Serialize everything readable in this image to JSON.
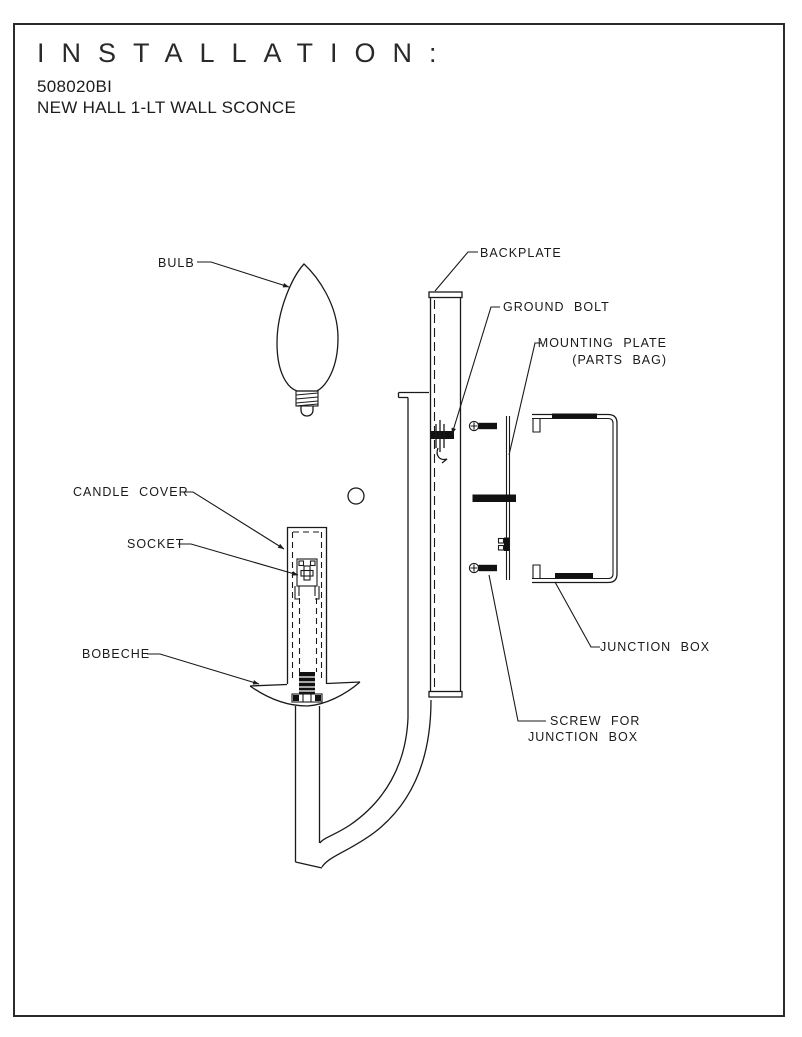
{
  "page": {
    "title": "INSTALLATION:",
    "model": "508020BI",
    "product": "NEW HALL 1-LT WALL SCONCE"
  },
  "diagram": {
    "labels": {
      "bulb": "BULB",
      "backplate": "BACKPLATE",
      "ground_bolt": "GROUND BOLT",
      "mounting_plate_line1": "MOUNTING PLATE",
      "mounting_plate_line2": "(PARTS BAG)",
      "candle_cover": "CANDLE COVER",
      "socket": "SOCKET",
      "bobeche": "BOBECHE",
      "junction_box": "JUNCTION BOX",
      "screw_line1": "SCREW FOR",
      "screw_line2": "JUNCTION BOX"
    },
    "colors": {
      "line": "#1a1a1a",
      "background": "#ffffff"
    }
  }
}
